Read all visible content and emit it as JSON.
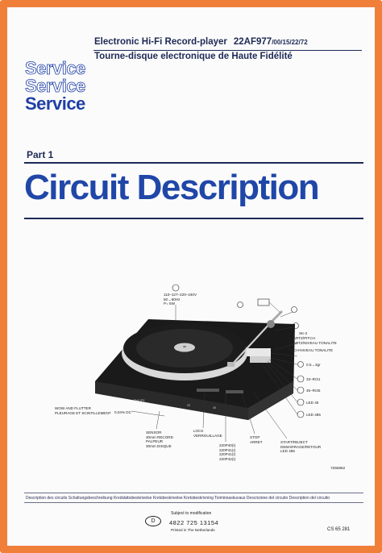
{
  "header": {
    "title_en": "Electronic Hi-Fi Record-player",
    "model": "22AF977",
    "variants": "/00/15/22/72",
    "title_fr": "Tourne-disque electronique de Haute Fidélité"
  },
  "branding": {
    "service_lines": [
      "Service",
      "Service",
      "Service"
    ]
  },
  "part_label": "Part 1",
  "main_title": "Circuit Description",
  "diagram": {
    "labels": {
      "power": "110–127–220–240V\n50→60Hz\nP= 5W",
      "sk2": "SK-2",
      "quartz_pitch": "QUARTZ/PITCH\nQUARTZ/NIVEAU TONALITE",
      "pitch_level": "PITCH-NIVEAU TONALITE",
      "range": "0.5→3gr",
      "rpm33": "33–R/31",
      "rpm45": "45–R/45",
      "led45": "LED 45",
      "led33": "LED 33",
      "led_rev": "LED 485",
      "wow": "WOW AND FLUTTER\nPLEURAGE ET SCINTILLEMENT",
      "wow_spec": "0,04% DC",
      "sensor": "SENSOR\n30mm RECORD\nPALPEUR\n30mm DISQUE",
      "lock": "LOCK\nVERROUILLAGE",
      "mains": "220P40(I)\n220P41(I)\n220P41(I)\n220P42(I)",
      "stop": "STOP\nARRET",
      "start": "START/REJECT\nDEMARRAGE/RETOUR\nLED 485",
      "fig": "7Z55862",
      "brand": "PHILIPS",
      "rev": "33",
      "num45": "45"
    }
  },
  "footer": {
    "multilingual": "Description des circuits  Schaltungsbeschreibung  Kredsløbsbeskrivelse  Kretsbeskrivelse  Kretsbeskrivning  Toiminnaskuvaus  Descrizione del circuito  Description del circuito",
    "d_badge": "D",
    "subject": "Subject to modification",
    "code": "4822 725 13154",
    "printed": "Printed in The Netherlands",
    "cs_number": "CS 65 281"
  }
}
